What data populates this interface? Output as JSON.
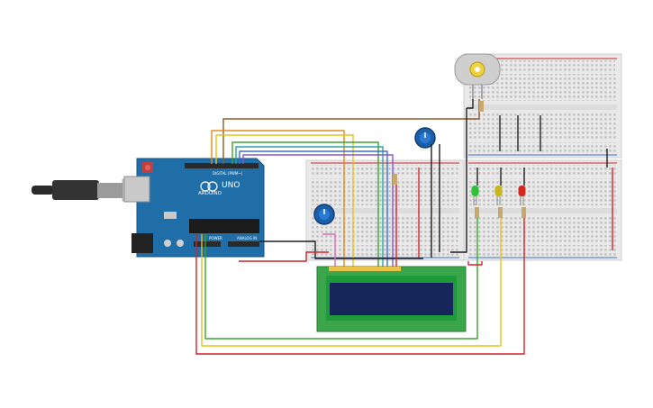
{
  "arduino": {
    "brand": "ARDUINO",
    "model": "UNO",
    "digital_label": "DIGITAL (PWM~)",
    "power_label": "POWER",
    "analog_label": "ANALOG IN"
  },
  "leds": [
    {
      "color": "green",
      "hex": "#2fbf3a"
    },
    {
      "color": "yellow",
      "hex": "#c9b51e"
    },
    {
      "color": "red",
      "hex": "#d2261e"
    }
  ],
  "wire_colors": {
    "red": "#d1242a",
    "black": "#1e1e1e",
    "green": "#3aa52f",
    "yellow": "#e6c21a",
    "orange": "#e08a1c",
    "blue": "#3d6fd6",
    "purple": "#8a55c9",
    "brown": "#8a5a2b",
    "teal": "#2aa3a3",
    "pink": "#d86fb1"
  },
  "board_color": "#1f6ea8",
  "lcd": {
    "pcb_color": "#3aa54a",
    "screen_color": "#16265b"
  }
}
